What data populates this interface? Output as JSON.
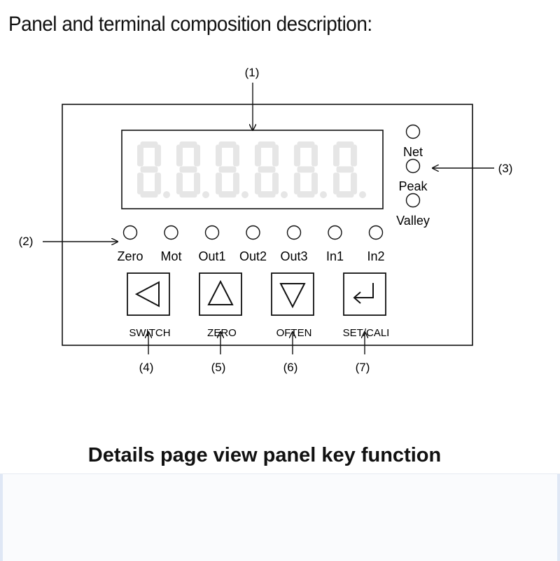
{
  "page": {
    "heading": "Panel and terminal composition description:",
    "footer_title": "Details page view panel key function"
  },
  "display": {
    "digits": "8.8.8.8.8.8.",
    "segment_color": "#e6e6e6"
  },
  "status_lamps": [
    {
      "label": "Net"
    },
    {
      "label": "Peak"
    },
    {
      "label": "Valley"
    }
  ],
  "indicator_lamps": [
    {
      "label": "Zero"
    },
    {
      "label": "Mot"
    },
    {
      "label": "Out1"
    },
    {
      "label": "Out2"
    },
    {
      "label": "Out3"
    },
    {
      "label": "In1"
    },
    {
      "label": "In2"
    }
  ],
  "keys": [
    {
      "icon": "left-triangle-icon",
      "label": "SWITCH",
      "callout": "(4)"
    },
    {
      "icon": "up-triangle-icon",
      "label": "ZERO",
      "callout": "(5)"
    },
    {
      "icon": "down-triangle-icon",
      "label": "OFTEN",
      "callout": "(6)"
    },
    {
      "icon": "enter-arrow-icon",
      "label": "SET/CALI",
      "callout": "(7)"
    }
  ],
  "callouts": {
    "display": "(1)",
    "indicators": "(2)",
    "status": "(3)"
  },
  "colors": {
    "line": "#111111",
    "segment": "#e6e6e6"
  }
}
